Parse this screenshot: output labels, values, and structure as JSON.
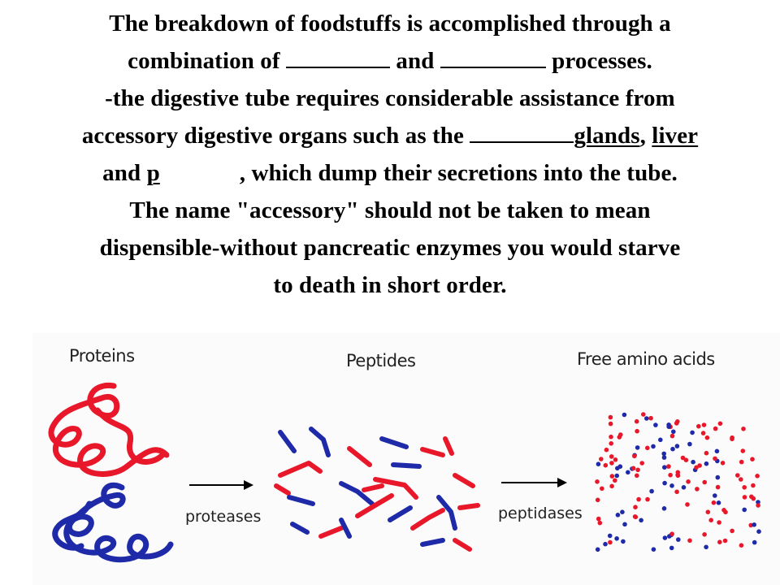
{
  "text": {
    "line1": "The breakdown of foodstuffs is accomplished through a",
    "line2_a": "combination of",
    "line2_b": "and",
    "line2_c": "processes.",
    "line3": "-the digestive tube requires considerable assistance from",
    "line4_a": "accessory digestive organs such as the",
    "line4_glands": "glands",
    "line4_comma": ",",
    "line4_liver": "liver",
    "line5_and": "and",
    "line5_p": "p",
    "line5_rest": ", which dump their secretions into the tube.",
    "line6": "The name \"accessory\" should not be taken to mean",
    "line7": "dispensible-without pancreatic enzymes you would starve",
    "line8": "to death in short order."
  },
  "diagram": {
    "stage1": "Proteins",
    "stage2": "Peptides",
    "stage3": "Free amino acids",
    "arrow1": "proteases",
    "arrow2": "peptidases",
    "colors": {
      "red": "#e8182a",
      "blue": "#1e2aa8",
      "arrow": "#000000"
    }
  }
}
